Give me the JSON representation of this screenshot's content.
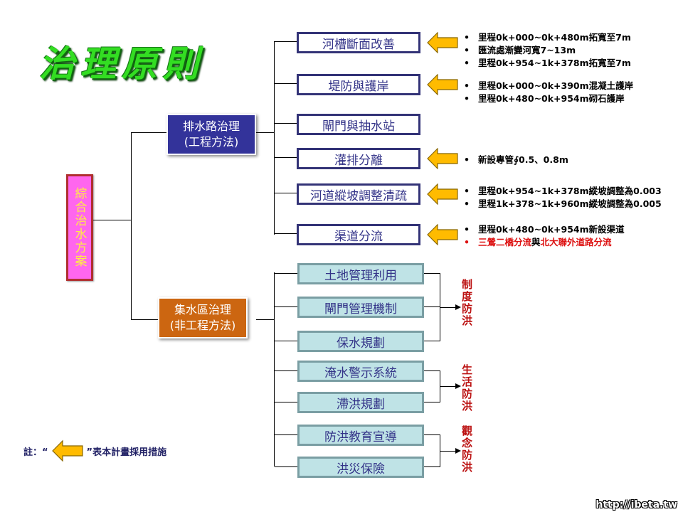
{
  "title": "治理原則",
  "root": {
    "label": "綜合治水方案"
  },
  "branches": [
    {
      "label": "排水路治理\n(工程方法)",
      "color": "#33339a",
      "items": [
        {
          "label": "河槽斷面改善",
          "adopted": true,
          "notes": [
            {
              "text": "里程0k+000~0k+480m拓寬至7m"
            },
            {
              "text": "匯流處漸變河寬7~13m"
            },
            {
              "text": "里程0k+954~1k+378m拓寬至7m"
            }
          ]
        },
        {
          "label": "堤防與護岸",
          "adopted": true,
          "notes": [
            {
              "text": "里程0k+000~0k+390m混凝土護岸"
            },
            {
              "text": "里程0k+480~0k+954m砌石護岸"
            }
          ]
        },
        {
          "label": "閘門與抽水站",
          "adopted": false,
          "notes": []
        },
        {
          "label": "灌排分離",
          "adopted": true,
          "notes": [
            {
              "text": "新設專管∮0.5、0.8m"
            }
          ]
        },
        {
          "label": "河道縱坡調整清疏",
          "adopted": true,
          "notes": [
            {
              "text": "里程0k+954~1k+378m縱坡調整為0.003"
            },
            {
              "text": "里程1k+378~1k+960m縱坡調整為0.005"
            }
          ]
        },
        {
          "label": "渠道分流",
          "adopted": true,
          "notes": [
            {
              "text": "里程0k+480~0k+954m新設渠道"
            },
            {
              "parts": [
                "三鶯二橋分流",
                "與",
                "北大聯外道路分流"
              ]
            }
          ]
        }
      ]
    },
    {
      "label": "集水區治理\n(非工程方法)",
      "color": "#cc6611",
      "items": [
        {
          "label": "土地管理利用"
        },
        {
          "label": "閘門管理機制"
        },
        {
          "label": "保水規劃"
        },
        {
          "label": "淹水警示系統"
        },
        {
          "label": "滯洪規劃"
        },
        {
          "label": "防洪教育宣導"
        },
        {
          "label": "洪災保險"
        }
      ],
      "groups": [
        {
          "label": "制度防洪"
        },
        {
          "label": "生活防洪"
        },
        {
          "label": "觀念防洪"
        }
      ]
    }
  ],
  "footnote": {
    "prefix": "註：“",
    "suffix": "”表本計畫採用措施"
  },
  "watermark": "http://ibeta.tw",
  "colors": {
    "arrow_fill": "#ffbb00",
    "arrow_stroke": "#886600",
    "note_red": "#dd1111"
  }
}
